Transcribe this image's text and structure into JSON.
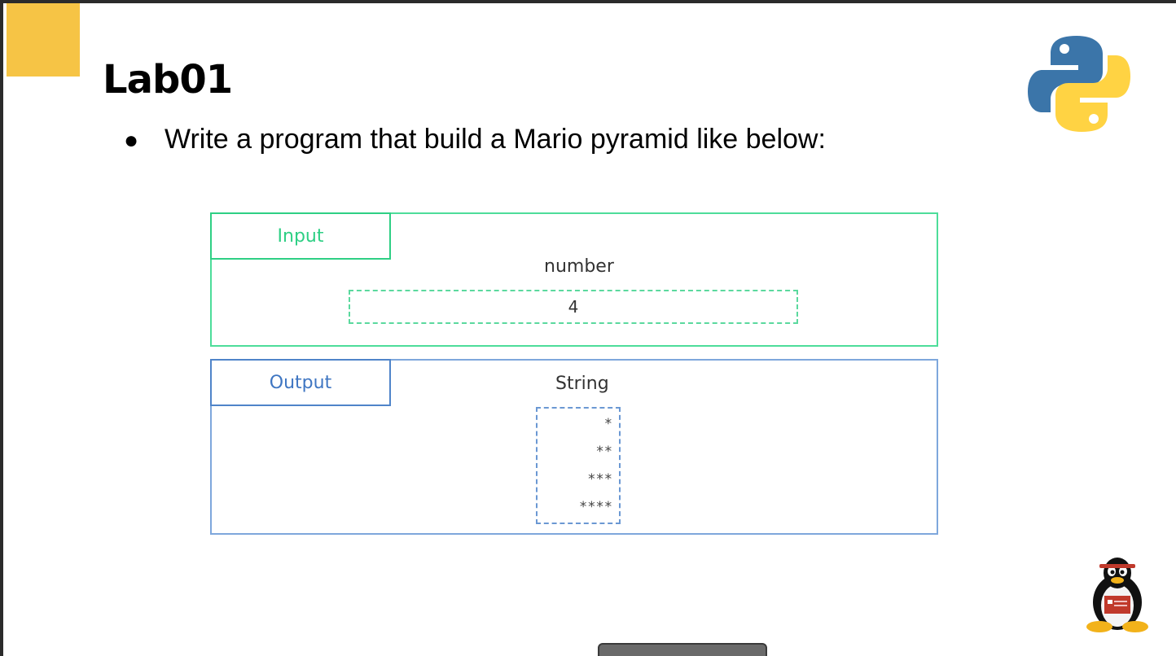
{
  "slide": {
    "title": "Lab01",
    "bullet": "Write a program that build a Mario pyramid like below:"
  },
  "input_panel": {
    "tab_label": "Input",
    "field_label": "number",
    "value": "4"
  },
  "output_panel": {
    "tab_label": "Output",
    "field_label": "String",
    "lines": [
      "*",
      "**",
      "***",
      "****"
    ]
  },
  "colors": {
    "accent": "#f6c445",
    "input_green": "#2ecf84",
    "output_blue": "#4f84c9",
    "python_blue": "#3b75a9",
    "python_yellow": "#ffd343"
  },
  "icons": {
    "top_right": "python-logo-icon",
    "bottom_right": "tux-penguin-icon"
  }
}
